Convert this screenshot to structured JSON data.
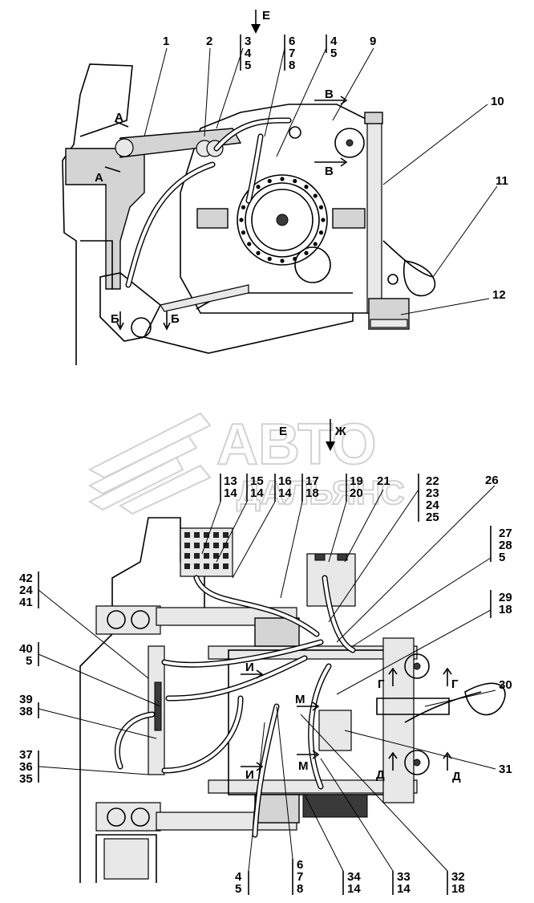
{
  "top_view": {
    "view_marker": "Е",
    "callouts": [
      "1",
      "2",
      "3",
      "4",
      "5",
      "6",
      "7",
      "8",
      "4",
      "5",
      "9",
      "10",
      "11",
      "12"
    ],
    "section_marks": [
      "А",
      "А",
      "Б",
      "Б",
      "В",
      "В"
    ]
  },
  "bottom_view": {
    "view_marker_e": "Е",
    "view_marker_zh": "Ж",
    "callouts_top": [
      "13",
      "14",
      "15",
      "14",
      "16",
      "14",
      "17",
      "18",
      "19",
      "20",
      "21",
      "22",
      "23",
      "24",
      "25",
      "26",
      "27",
      "28",
      "5",
      "29",
      "18"
    ],
    "callouts_left": [
      "42",
      "24",
      "41",
      "40",
      "5",
      "39",
      "38",
      "37",
      "36",
      "35"
    ],
    "callouts_right": [
      "30",
      "31"
    ],
    "callouts_bottom": [
      "4",
      "5",
      "6",
      "7",
      "8",
      "34",
      "14",
      "33",
      "14",
      "32",
      "18"
    ],
    "section_marks": [
      "И",
      "И",
      "М",
      "М",
      "Г",
      "Г",
      "Д",
      "Д"
    ]
  },
  "watermark": {
    "line1": "АВТО",
    "line2": "ДАЛЬЯНС"
  }
}
